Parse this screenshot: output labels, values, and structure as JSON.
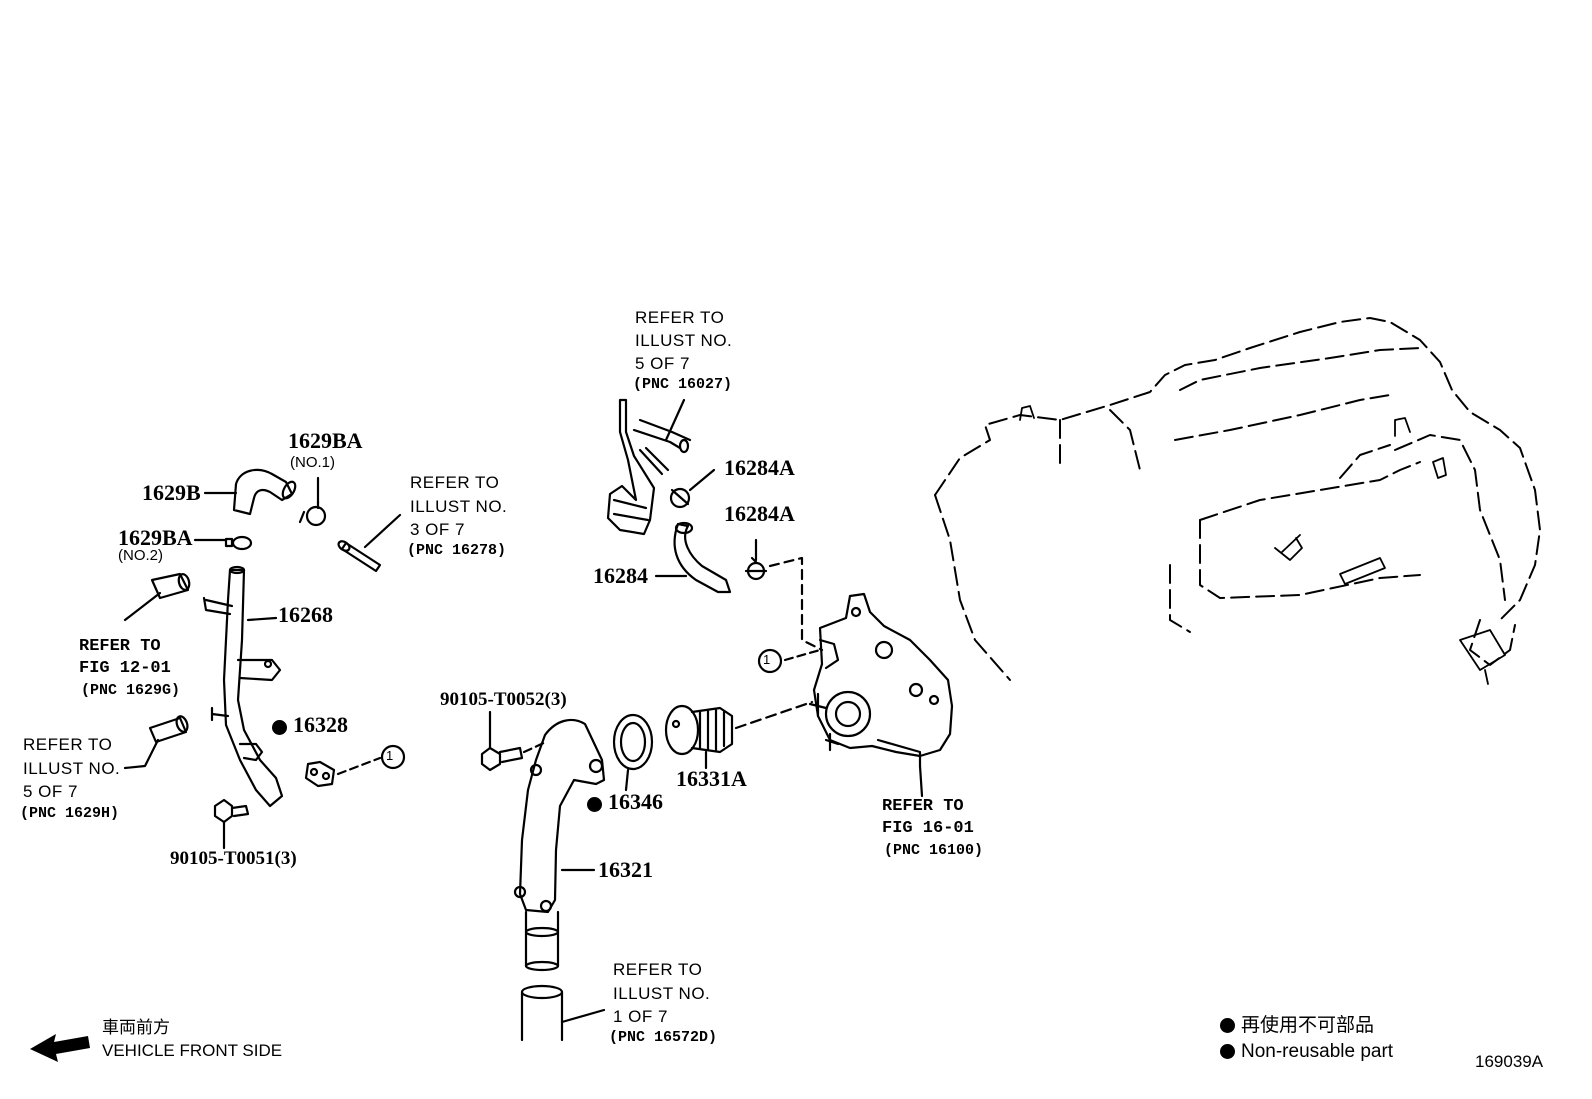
{
  "parts": {
    "p1629ba_no1": {
      "number": "1629BA",
      "qualifier": "(NO.1)"
    },
    "p1629b": {
      "number": "1629B"
    },
    "p1629ba_no2": {
      "number": "1629BA",
      "qualifier": "(NO.2)"
    },
    "p16268": {
      "number": "16268"
    },
    "p16328": {
      "number": "16328"
    },
    "p90105_t0051": {
      "number": "90105-T0051(3)"
    },
    "p90105_t0052": {
      "number": "90105-T0052(3)"
    },
    "p16346": {
      "number": "16346"
    },
    "p16321": {
      "number": "16321"
    },
    "p16331a": {
      "number": "16331A"
    },
    "p16284a_top": {
      "number": "16284A"
    },
    "p16284a_bot": {
      "number": "16284A"
    },
    "p16284": {
      "number": "16284"
    }
  },
  "refs": {
    "illust3": {
      "l1": "REFER TO",
      "l2": "ILLUST NO.",
      "l3": "3 OF 7",
      "pnc": "(PNC 16278)"
    },
    "fig1201": {
      "l1": "REFER TO",
      "l2": "FIG 12-01",
      "pnc": "(PNC 1629G)"
    },
    "illust5a": {
      "l1": "REFER TO",
      "l2": "ILLUST NO.",
      "l3": "5 OF 7",
      "pnc": "(PNC 1629H)"
    },
    "illust5b": {
      "l1": "REFER TO",
      "l2": "ILLUST NO.",
      "l3": "5 OF 7",
      "pnc": "(PNC 16027)"
    },
    "fig1601": {
      "l1": "REFER TO",
      "l2": "FIG 16-01",
      "pnc": "(PNC 16100)"
    },
    "illust1": {
      "l1": "REFER TO",
      "l2": "ILLUST NO.",
      "l3": "1 OF 7",
      "pnc": "(PNC 16572D)"
    }
  },
  "callouts": {
    "circle_1": "1"
  },
  "front_marker": {
    "jp": "車両前方",
    "en": "VEHICLE FRONT SIDE"
  },
  "legend": {
    "jp": "再使用不可部品",
    "en": "Non-reusable part"
  },
  "illustration_id": "169039A"
}
